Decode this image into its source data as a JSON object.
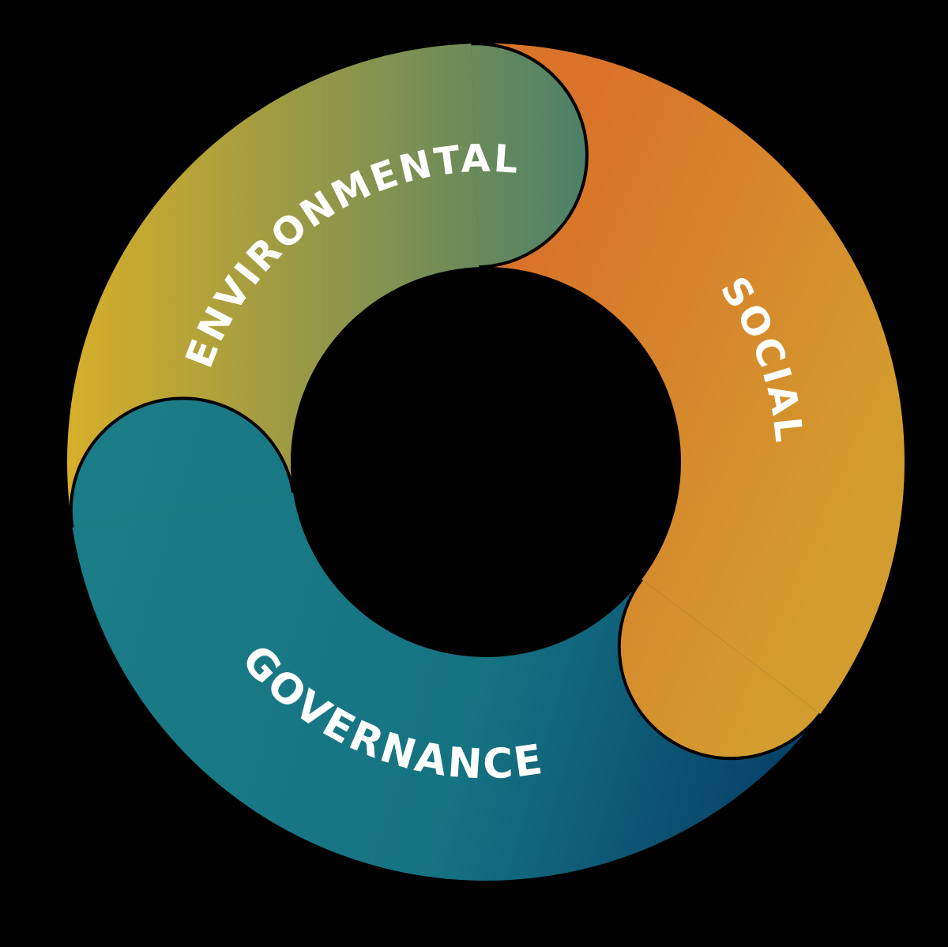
{
  "diagram": {
    "type": "cycle",
    "segments": [
      {
        "label": "ENVIRONMENTAL",
        "color_start": "#d6ae2a",
        "color_end": "#4d8068"
      },
      {
        "label": "SOCIAL",
        "color_start": "#d9732a",
        "color_end": "#d39c2e"
      },
      {
        "label": "GOVERNANCE",
        "color_start": "#1a7c86",
        "color_end": "#073f68"
      }
    ],
    "background": "#000000"
  }
}
